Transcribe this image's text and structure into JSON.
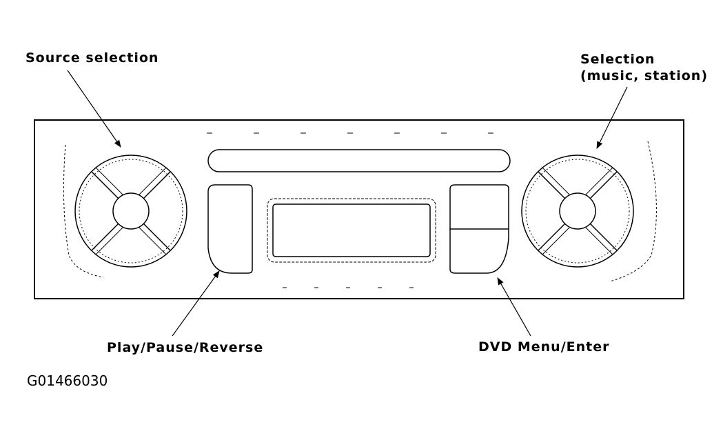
{
  "labels": {
    "source_selection": "Source selection",
    "selection_line1": "Selection",
    "selection_line2": "(music, station)",
    "play_pause_reverse": "Play/Pause/Reverse",
    "dvd_menu_enter": "DVD Menu/Enter",
    "figure_id": "G01466030"
  },
  "colors": {
    "ink": "#000000",
    "background": "#ffffff"
  }
}
